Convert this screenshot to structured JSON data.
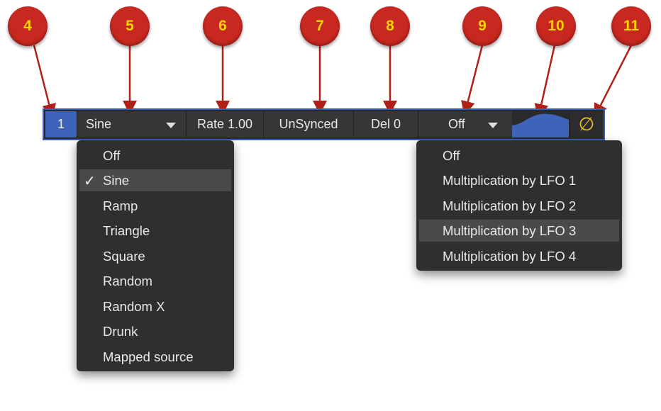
{
  "callouts": [
    "4",
    "5",
    "6",
    "7",
    "8",
    "9",
    "10",
    "11"
  ],
  "toolbar": {
    "lfo_number": "1",
    "waveform": "Sine",
    "rate": "Rate 1.00",
    "sync": "UnSynced",
    "delay": "Del 0",
    "multiply": "Off",
    "phase_symbol": "∅"
  },
  "waveform_menu": {
    "items": [
      "Off",
      "Sine",
      "Ramp",
      "Triangle",
      "Square",
      "Random",
      "Random X",
      "Drunk",
      "Mapped source"
    ],
    "selected": "Sine",
    "check_mark": "✓"
  },
  "multiply_menu": {
    "items": [
      "Off",
      "Multiplication by LFO 1",
      "Multiplication by LFO 2",
      "Multiplication by LFO 3",
      "Multiplication by LFO 4"
    ],
    "highlighted": "Multiplication by LFO 3"
  },
  "colors": {
    "accent_blue": "#3d64b8",
    "callout_red": "#c8281f",
    "callout_text": "#f5d400",
    "phase_icon": "#f0c020"
  }
}
